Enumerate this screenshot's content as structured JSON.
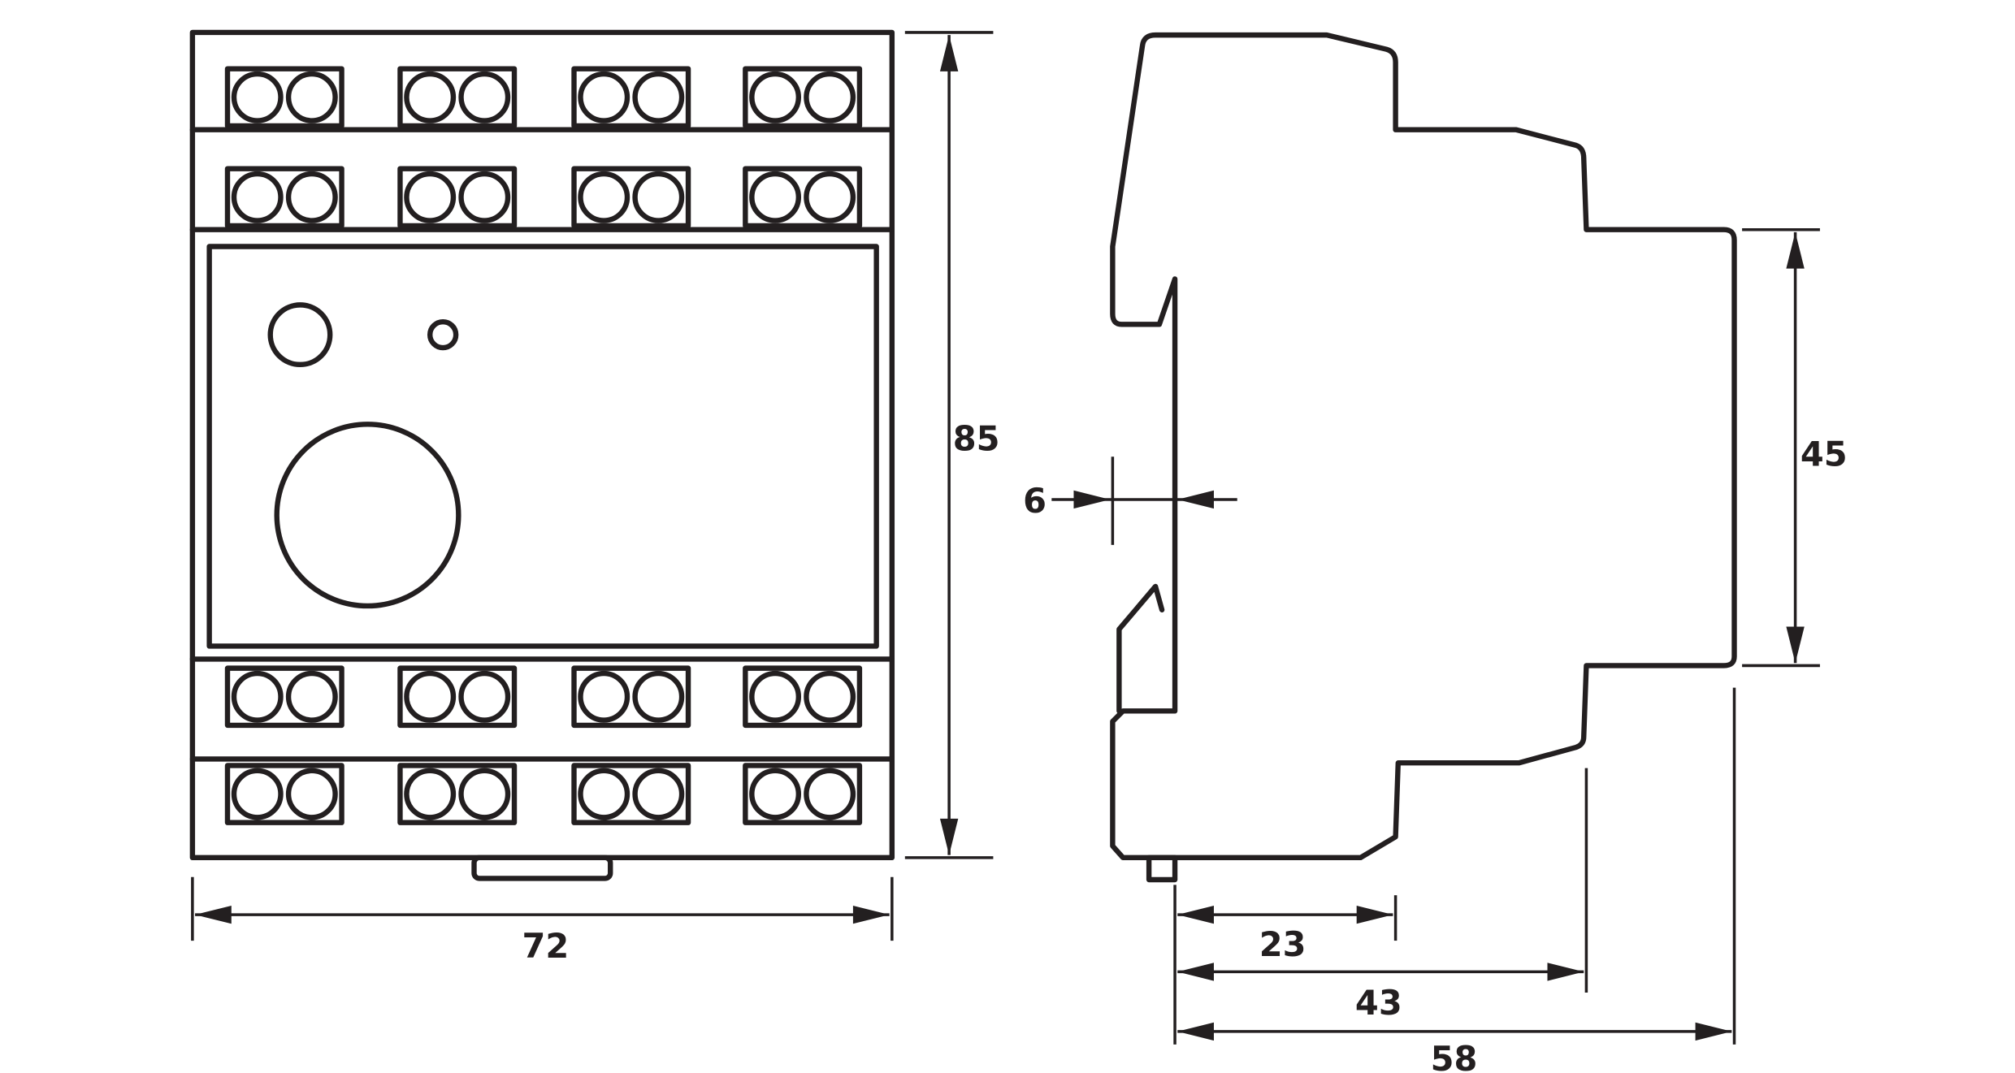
{
  "title": "Dimension drawing",
  "front_view": {
    "width_label": "72",
    "height_label": "85"
  },
  "side_view": {
    "rail_clip_label": "6",
    "height_label": "45",
    "depth_labels": [
      "23",
      "43",
      "58"
    ]
  },
  "colors": {
    "line": "#231f20",
    "background": "#ffffff"
  }
}
